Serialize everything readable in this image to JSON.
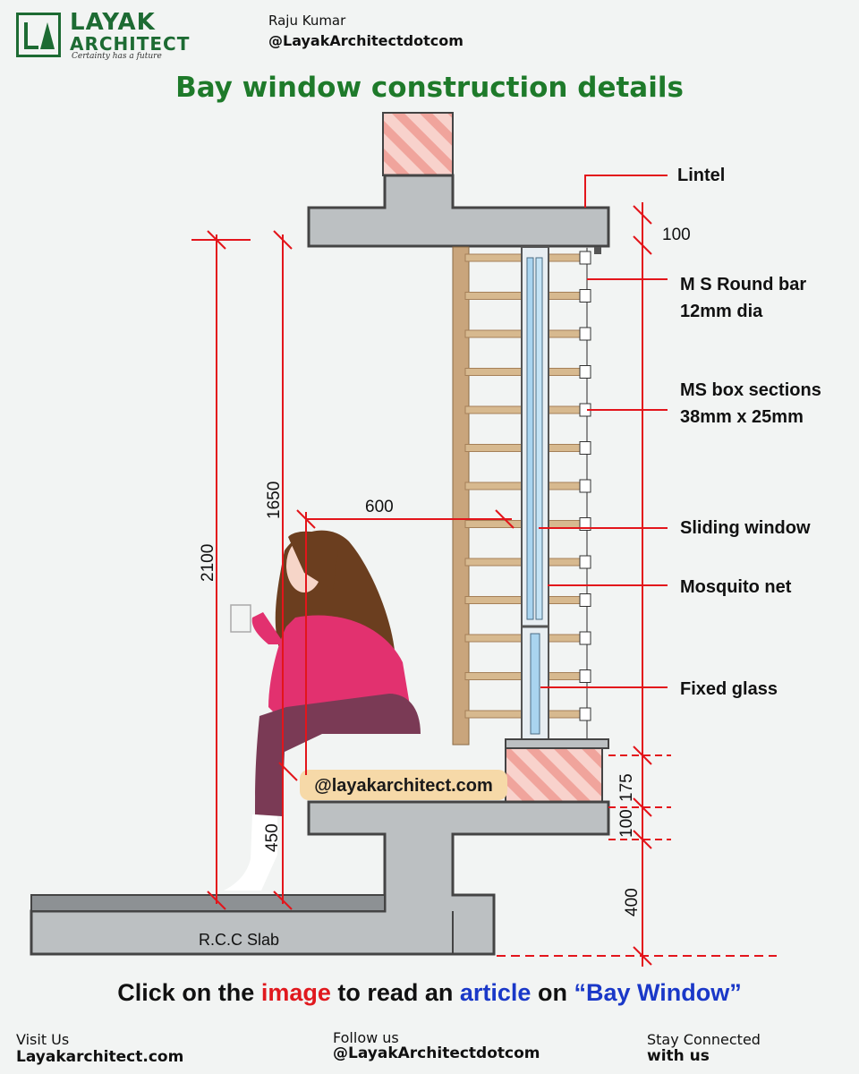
{
  "header": {
    "logo_text_line1": "LAYAK",
    "logo_text_line2": "ARCHITECT",
    "logo_tagline": "Certainty has a future",
    "author": "Raju Kumar",
    "handle": "@LayakArchitectdotcom",
    "brand_green": "#1e7a2a"
  },
  "title": "Bay window construction details",
  "labels": {
    "lintel": "Lintel",
    "ms_round_bar_1": "M S Round bar",
    "ms_round_bar_2": "12mm dia",
    "ms_box_1": "MS box sections",
    "ms_box_2": "38mm x 25mm",
    "sliding_window": "Sliding window",
    "mosquito_net": "Mosquito net",
    "fixed_glass": "Fixed glass",
    "rcc_slab": "R.C.C Slab",
    "watermark": "@layakarchitect.com"
  },
  "dimensions": {
    "d100_top": "100",
    "d2100": "2100",
    "d1650": "1650",
    "d600": "600",
    "d450": "450",
    "d175": "175",
    "d100_bottom": "100",
    "d400": "400"
  },
  "colors": {
    "dimension_red": "#e3151b",
    "concrete": "#bcc0c2",
    "wood": "#c9a57c",
    "brick_pink": "#f4b3ab",
    "shirt": "#e2316f",
    "pants": "#7a3a55",
    "hair": "#6b3e1f"
  },
  "cta": {
    "part1": "Click on the ",
    "part2": "image",
    "part3": " to read an ",
    "part4": "article",
    "part5": " on ",
    "part6": "“Bay Window”"
  },
  "footer": {
    "visit_label": "Visit Us",
    "visit_value": "Layakarchitect.com",
    "follow_label": "Follow us",
    "follow_value": "@LayakArchitectdotcom",
    "stay_label": "Stay Connected",
    "stay_value": "with us"
  }
}
